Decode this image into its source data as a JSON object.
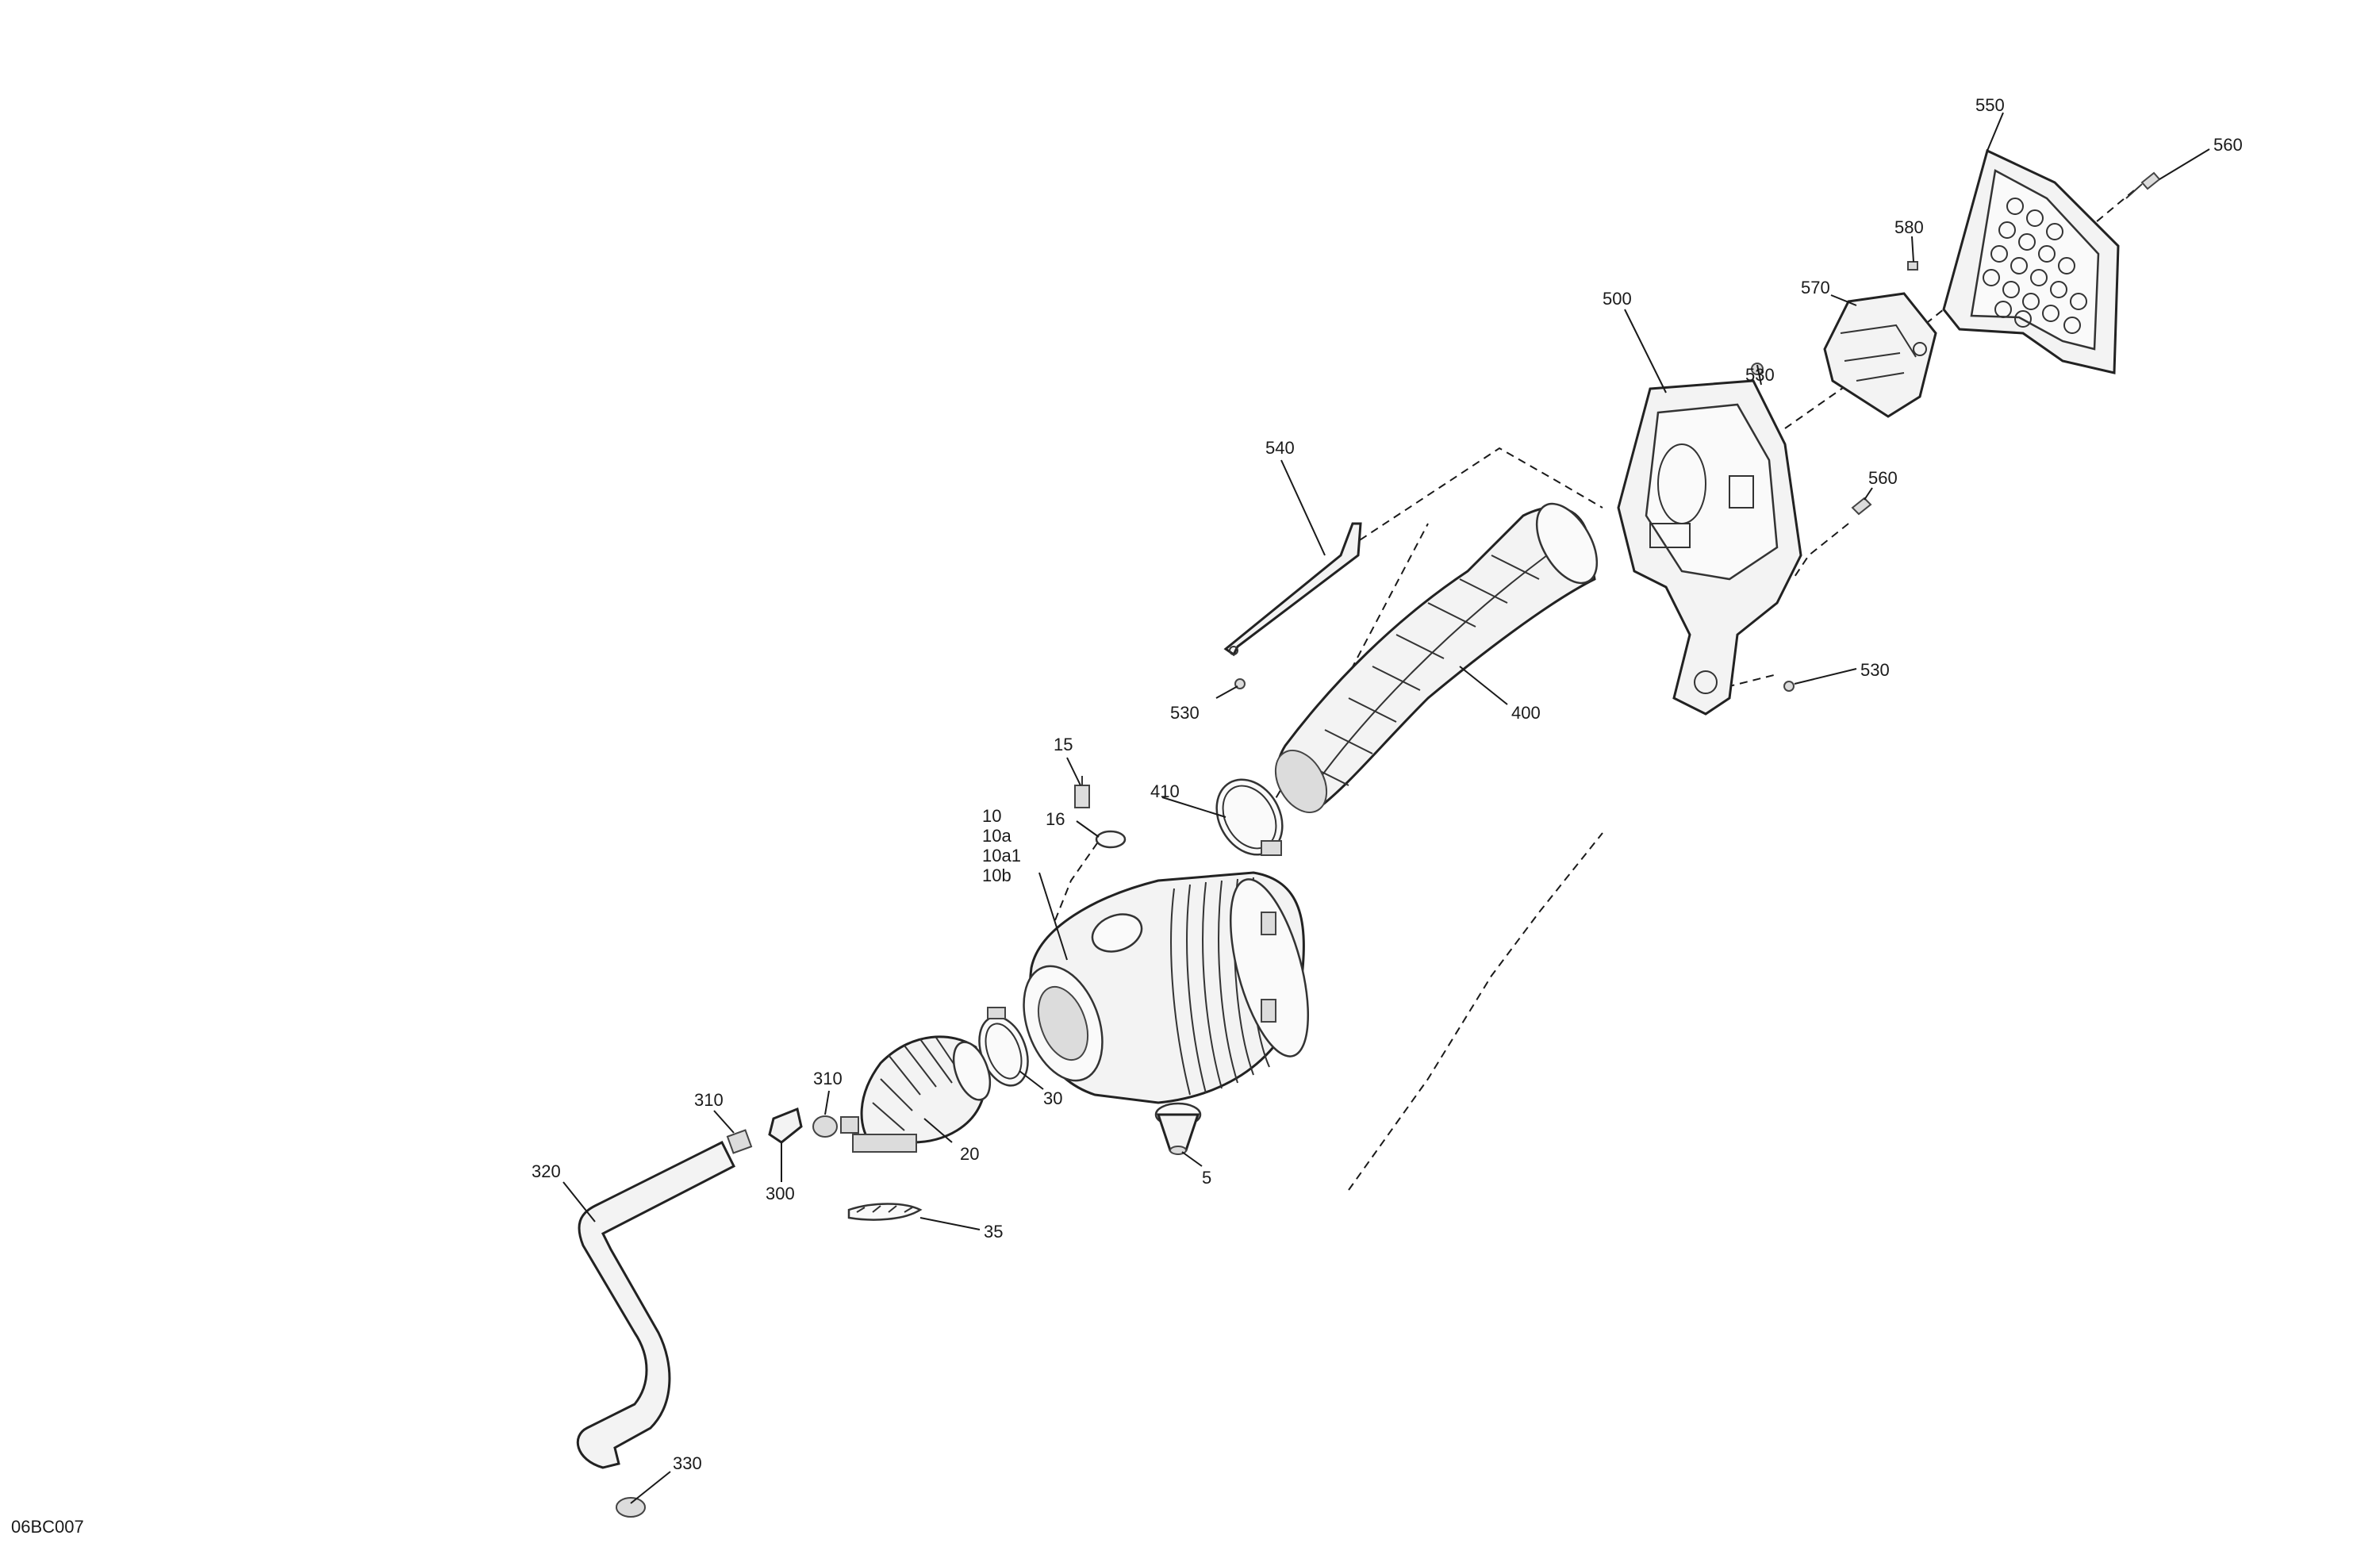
{
  "figure_id": "06BC007",
  "callouts": {
    "p10": "10",
    "p10a": "10a",
    "p10a1": "10a1",
    "p10b": "10b",
    "p15": "15",
    "p16": "16",
    "p5": "5",
    "p20": "20",
    "p30": "30",
    "p35": "35",
    "p300": "300",
    "p310_left": "310",
    "p310_right": "310",
    "p320": "320",
    "p330": "330",
    "p400": "400",
    "p410": "410",
    "p500": "500",
    "p530_top": "530",
    "p530_right": "530",
    "p530_left": "530",
    "p540": "540",
    "p550": "550",
    "p560_top": "560",
    "p560_mid": "560",
    "p570": "570",
    "p580": "580"
  }
}
